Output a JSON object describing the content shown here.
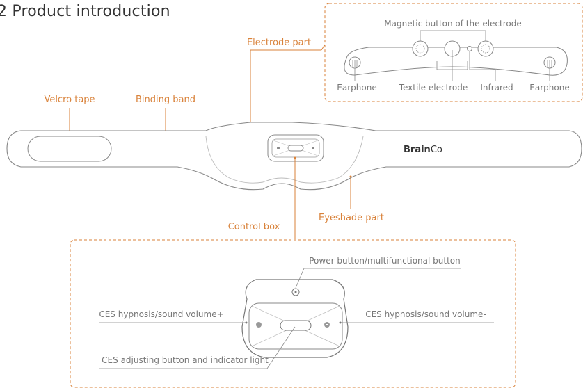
{
  "title": "2 Product introduction",
  "labels": {
    "velcro_tape": "Velcro tape",
    "binding_band": "Binding band",
    "electrode_part": "Electrode part",
    "control_box": "Control box",
    "eyeshade_part": "Eyeshade part"
  },
  "electrode_inset": {
    "magnetic_button": "Magnetic button of the electrode",
    "earphone_left": "Earphone",
    "textile_electrode": "Textile electrode",
    "infrared": "Infrared",
    "earphone_right": "Earphone"
  },
  "control_inset": {
    "power_button": "Power button/multifunctional button",
    "volume_plus": "CES hypnosis/sound volume+",
    "volume_minus": "CES hypnosis/sound volume-",
    "adjusting_button": "CES adjusting button and indicator light"
  },
  "brand": {
    "bold": "Brain",
    "regular": "Co"
  },
  "colors": {
    "accent": "#d9823a",
    "outline": "#888888",
    "text": "#333333"
  }
}
